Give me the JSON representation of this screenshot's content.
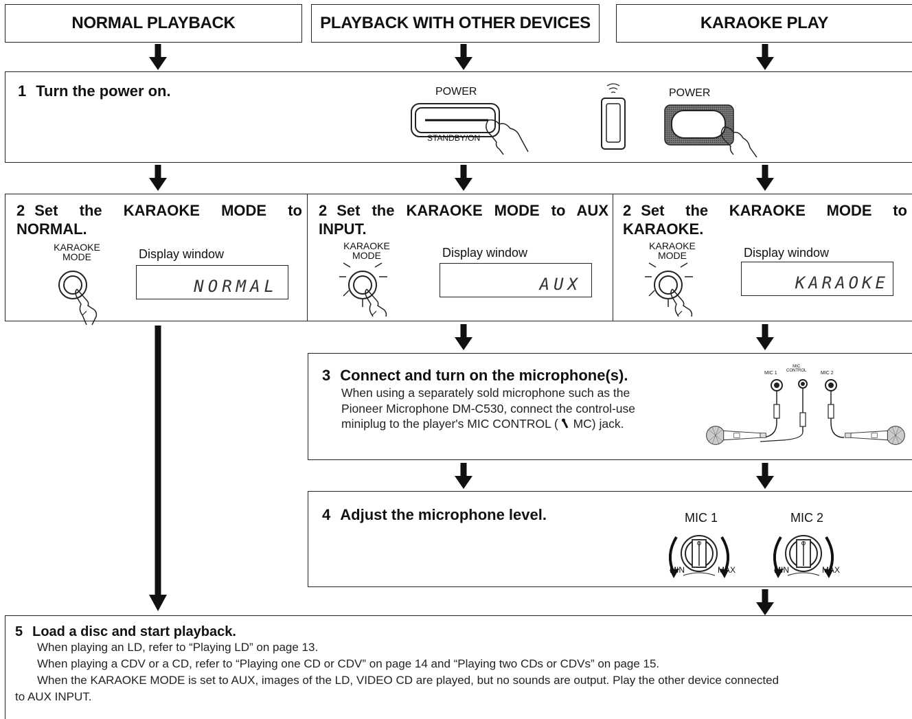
{
  "headers": {
    "normal": "NORMAL PLAYBACK",
    "other": "PLAYBACK WITH OTHER DEVICES",
    "karaoke": "KARAOKE PLAY"
  },
  "step1": {
    "number": "1",
    "title": "Turn the power on.",
    "power_label_1": "POWER",
    "standby_label": "STANDBY/ON",
    "power_label_2": "POWER"
  },
  "step2": {
    "normal": {
      "number": "2",
      "title": "Set the KARAOKE MODE to NORMAL.",
      "display": "NORMAL"
    },
    "aux": {
      "number": "2",
      "title": "Set the KARAOKE MODE to AUX INPUT.",
      "display": "AUX"
    },
    "karaoke": {
      "number": "2",
      "title": "Set the KARAOKE MODE to KARAOKE.",
      "display": "KARAOKE"
    },
    "button_label_line1": "KARAOKE",
    "button_label_line2": "MODE",
    "display_window_label": "Display window"
  },
  "step3": {
    "number": "3",
    "title": "Connect and turn on the microphone(s).",
    "body_line1": "When using a separately sold microphone such as the",
    "body_line2": "Pioneer Microphone DM-C530, connect the control-use",
    "body_line3_a": "miniplug to the player's MIC CONTROL (",
    "body_line3_b": "MC) jack.",
    "jack1": "MIC 1",
    "jack_ctrl_1": "MIC",
    "jack_ctrl_2": "CONTROL",
    "jack2": "MIC 2"
  },
  "step4": {
    "number": "4",
    "title": "Adjust the microphone level.",
    "knob1": "MIC 1",
    "knob2": "MIC 2",
    "min": "MIN",
    "max": "MAX"
  },
  "step5": {
    "number": "5",
    "title": "Load a disc and start playback.",
    "lines": [
      "When playing an LD, refer to “Playing LD” on page 13.",
      "When playing a CDV or a CD, refer to “Playing one CD or CDV” on page 14 and “Playing two CDs or CDVs” on page 15.",
      "When the KARAOKE MODE is set to AUX, images of the LD, VIDEO CD are played, but no sounds are output. Play the other device connected",
      "to AUX INPUT."
    ]
  }
}
